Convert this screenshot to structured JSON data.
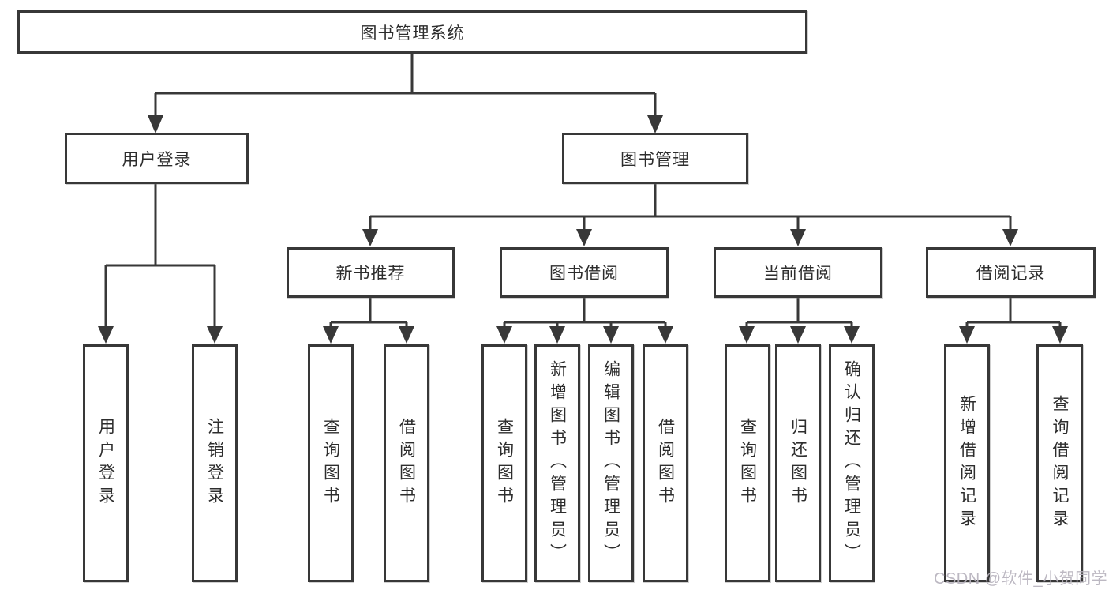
{
  "diagram": {
    "root": "图书管理系统",
    "branches": {
      "user_login": {
        "label": "用户登录",
        "leaves": [
          {
            "label": "用户登录"
          },
          {
            "label": "注销登录"
          }
        ]
      },
      "book_mgmt": {
        "label": "图书管理"
      }
    },
    "groups": [
      {
        "label": "新书推荐",
        "leaves": [
          {
            "label": "查询图书"
          },
          {
            "label": "借阅图书"
          }
        ]
      },
      {
        "label": "图书借阅",
        "leaves": [
          {
            "label": "查询图书"
          },
          {
            "label": "新增图书（管理员）"
          },
          {
            "label": "编辑图书（管理员）"
          },
          {
            "label": "借阅图书"
          }
        ]
      },
      {
        "label": "当前借阅",
        "leaves": [
          {
            "label": "查询图书"
          },
          {
            "label": "归还图书"
          },
          {
            "label": "确认归还（管理员）"
          }
        ]
      },
      {
        "label": "借阅记录",
        "leaves": [
          {
            "label": "新增借阅记录"
          },
          {
            "label": "查询借阅记录"
          }
        ]
      }
    ]
  },
  "watermark": "CSDN @软件_小贺同学",
  "colors": {
    "line": "#383838",
    "text": "#2d2d2d",
    "watermark": "#b7b2bd"
  }
}
